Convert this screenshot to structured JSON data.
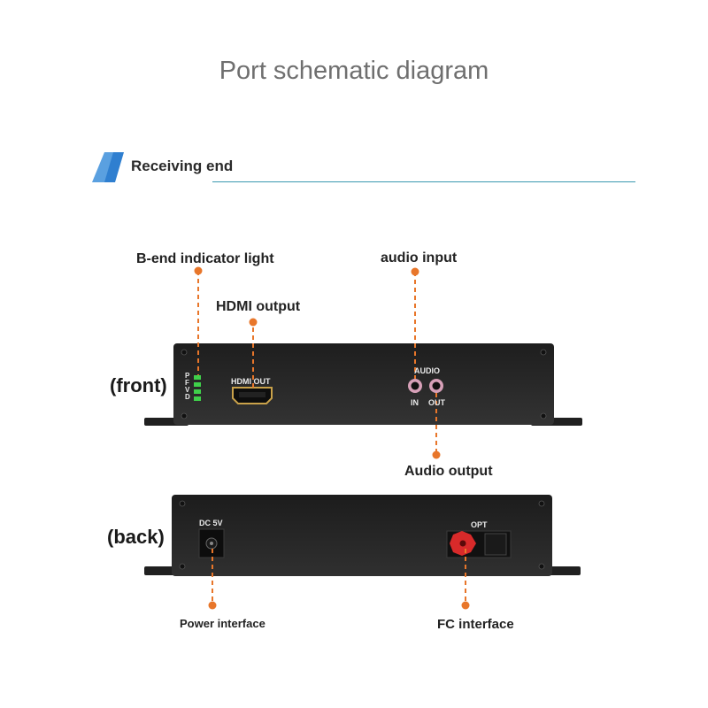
{
  "title": "Port schematic diagram",
  "section": {
    "label": "Receiving end"
  },
  "callouts": {
    "indicator": "B-end indicator light",
    "hdmi_output": "HDMI output",
    "audio_input": "audio input",
    "audio_output": "Audio output",
    "power": "Power interface",
    "fc": "FC interface"
  },
  "views": {
    "front": "(front)",
    "back": "(back)"
  },
  "device_front": {
    "led_letters": [
      "P",
      "F",
      "V",
      "D"
    ],
    "hdmi_label": "HDMI OUT",
    "audio_label": "AUDIO",
    "audio_in": "IN",
    "audio_out": "OUT"
  },
  "device_back": {
    "power_label": "DC 5V",
    "opt_label": "OPT"
  },
  "colors": {
    "accent": "#e8762a",
    "led": "#3fd04a",
    "device": "#2b2b2b",
    "rule": "#3a98b0"
  }
}
